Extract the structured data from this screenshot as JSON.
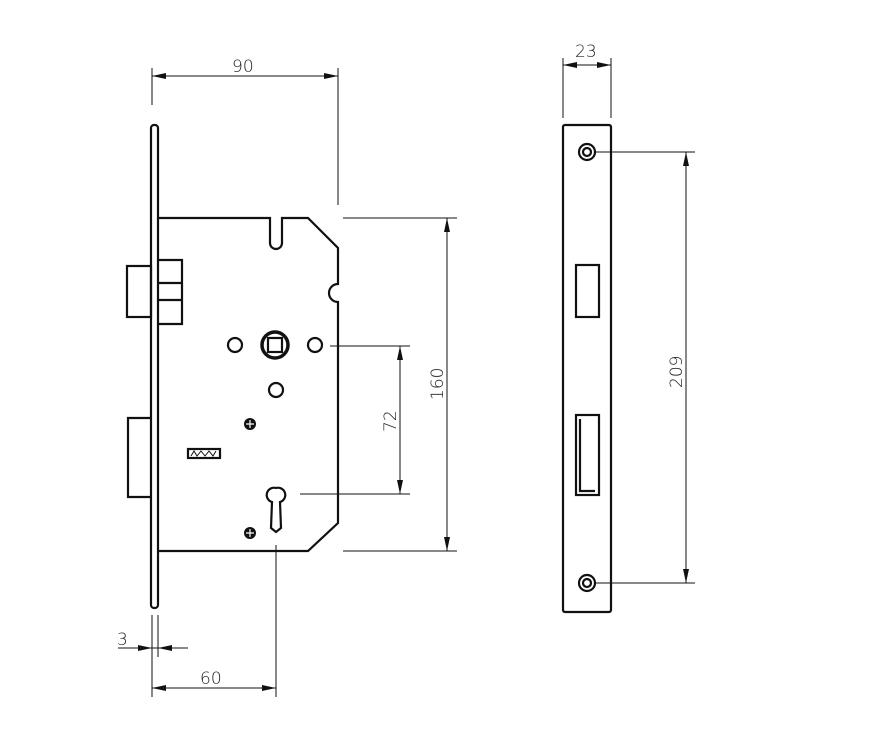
{
  "title": "Mortice lock technical drawing",
  "dimensions": {
    "case_width": "90",
    "faceplate_thickness": "3",
    "backset": "60",
    "centre_distance": "72",
    "case_height": "160",
    "faceplate_width": "23",
    "fixing_centres": "209"
  },
  "colors": {
    "line": "#111111",
    "background": "#ffffff"
  }
}
